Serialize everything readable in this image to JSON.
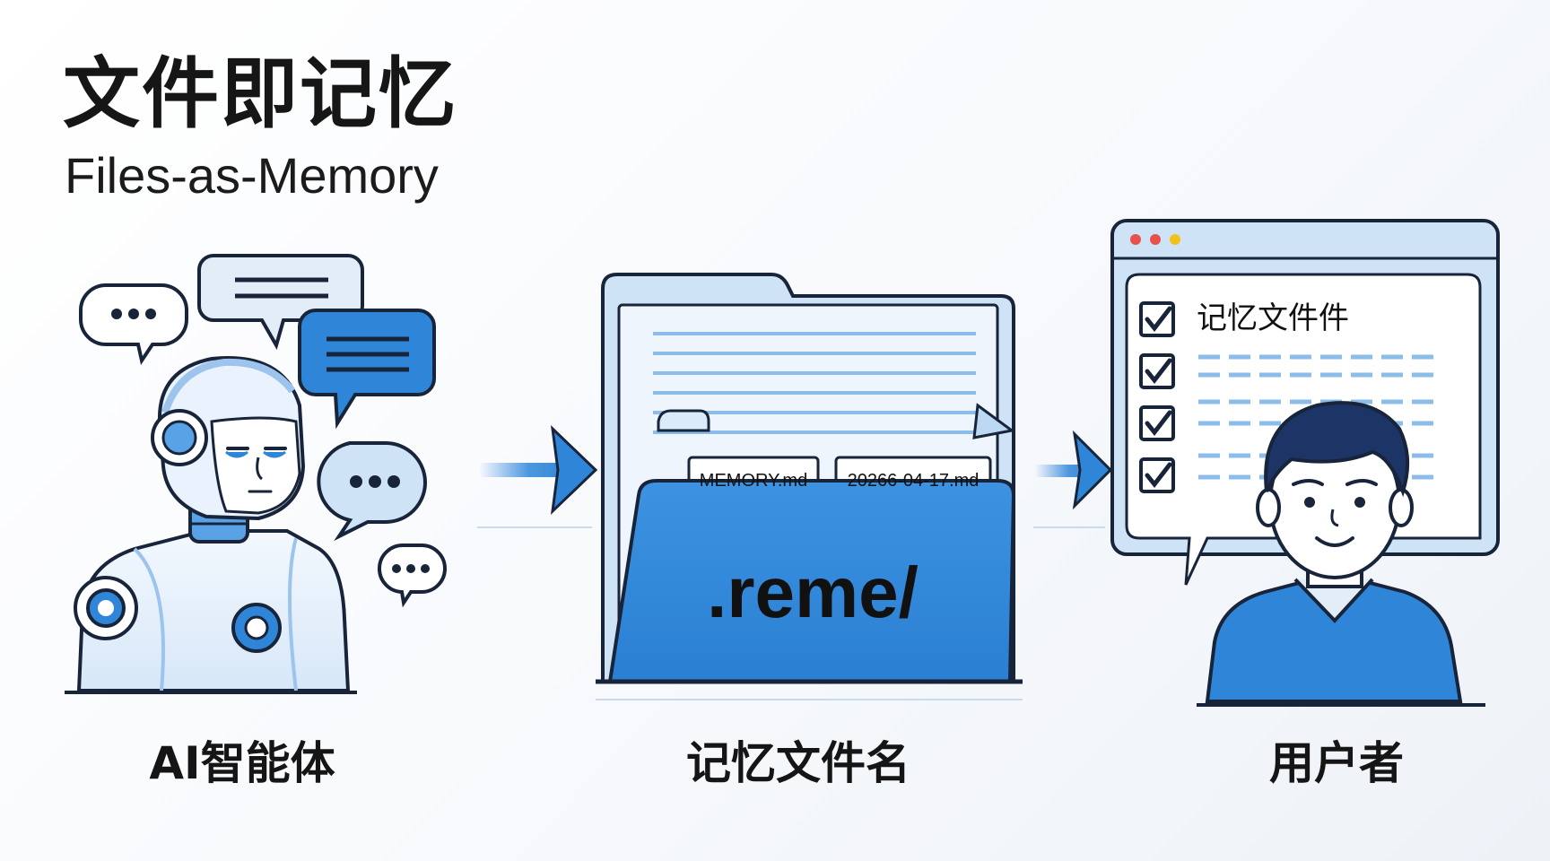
{
  "title": {
    "zh": "文件即记忆",
    "en": "Files-as-Memory"
  },
  "agent": {
    "caption": "AI智能体"
  },
  "memory": {
    "caption": "记忆文件名",
    "folder_label": ".reme/",
    "files": [
      "MEMORY.md",
      "20266-04-17.md"
    ]
  },
  "user": {
    "caption": "用户者",
    "window_heading": "记忆文件件",
    "checkbox_count": 4
  },
  "colors": {
    "primary_blue": "#2f86d9",
    "light_blue": "#dcebfa",
    "outline": "#18243a",
    "dot_red": "#e8504b",
    "dot_yellow": "#f2c21b"
  }
}
